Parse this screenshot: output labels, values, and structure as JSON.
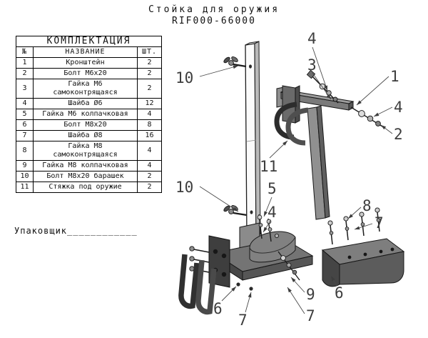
{
  "title": {
    "line1": "Стойка для оружия",
    "line2": "RIF000-66000"
  },
  "parts_table": {
    "caption": "КОМПЛЕКТАЦИЯ",
    "columns": {
      "num": "№",
      "name": "НАЗВАНИЕ",
      "qty": "ШТ."
    },
    "rows": [
      {
        "num": "1",
        "name": "Кронштейн",
        "qty": "2"
      },
      {
        "num": "2",
        "name": "Болт М6х20",
        "qty": "2"
      },
      {
        "num": "3",
        "name": "Гайка М6 самоконтрящаяся",
        "qty": "2"
      },
      {
        "num": "4",
        "name": "Шайба Ø6",
        "qty": "12"
      },
      {
        "num": "5",
        "name": "Гайка М6 колпачковая",
        "qty": "4"
      },
      {
        "num": "6",
        "name": "Болт М8х20",
        "qty": "8"
      },
      {
        "num": "7",
        "name": "Шайба Ø8",
        "qty": "16"
      },
      {
        "num": "8",
        "name": "Гайка М8 самоконтрящаяся",
        "qty": "4"
      },
      {
        "num": "9",
        "name": "Гайка М8 колпачковая",
        "qty": "4"
      },
      {
        "num": "10",
        "name": "Болт М8х20 барашек",
        "qty": "2"
      },
      {
        "num": "11",
        "name": "Стяжка под оружие",
        "qty": "2"
      }
    ]
  },
  "packer_label": "Упаковщик____________",
  "drawing": {
    "callouts": [
      "10",
      "4",
      "3",
      "1",
      "4",
      "2",
      "11",
      "10",
      "5",
      "4",
      "8",
      "7",
      "6",
      "9",
      "7",
      "6",
      "7"
    ]
  },
  "colors": {
    "line": "#1c1c1c",
    "background": "#ffffff",
    "callout": "#3d3d3d"
  }
}
